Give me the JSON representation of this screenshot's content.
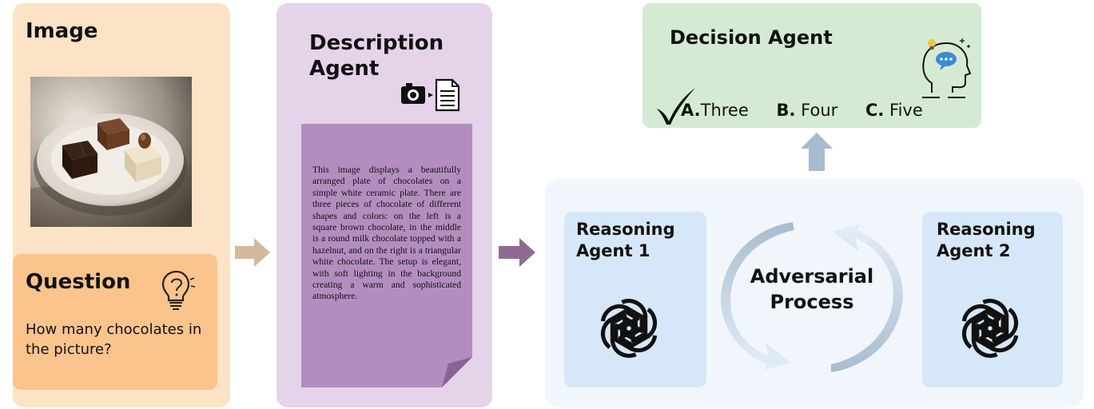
{
  "image_panel": {
    "title": "Image",
    "question_title": "Question",
    "question_text": "How many chocolates in the picture?"
  },
  "description_panel": {
    "title_line1": "Description",
    "title_line2": "Agent",
    "text": "This image displays a beautifully arranged plate of chocolates on a simple white ceramic plate. There are three pieces of chocolate of different shapes and colors: on the left is a square brown chocolate, in the middle is a round milk chocolate topped with a hazelnut, and on the right is a triangular white chocolate. The setup is elegant, with soft lighting in the background creating a warm and sophisticated atmosphere."
  },
  "decision_panel": {
    "title": "Decision Agent",
    "options": [
      {
        "letter": "A.",
        "text": "Three",
        "selected": true
      },
      {
        "letter": "B.",
        "text": "Four",
        "selected": false
      },
      {
        "letter": "C.",
        "text": "Five",
        "selected": false
      }
    ]
  },
  "reasoning": {
    "agent1_line1": "Reasoning",
    "agent1_line2": "Agent 1",
    "agent2_line1": "Reasoning",
    "agent2_line2": "Agent 2",
    "process_line1": "Adversarial",
    "process_line2": "Process"
  },
  "colors": {
    "image_panel": "#fde3c6",
    "question_box": "#fbc48d",
    "description_panel": "#e4d3e9",
    "document": "#b48dbf",
    "decision_panel": "#d5ead3",
    "reasoning_area": "#f0f6fc",
    "agent_box": "#d6e7f9",
    "arrow_tan": "#d2b99b",
    "arrow_purple": "#8f6b93",
    "arrow_blue": "#a7bccd"
  },
  "icons": [
    "photo-chocolates",
    "lightbulb-icon",
    "camera-to-document-icon",
    "checkmark-icon",
    "head-idea-icon",
    "openai-logo-icon",
    "cycle-arrows-icon"
  ]
}
